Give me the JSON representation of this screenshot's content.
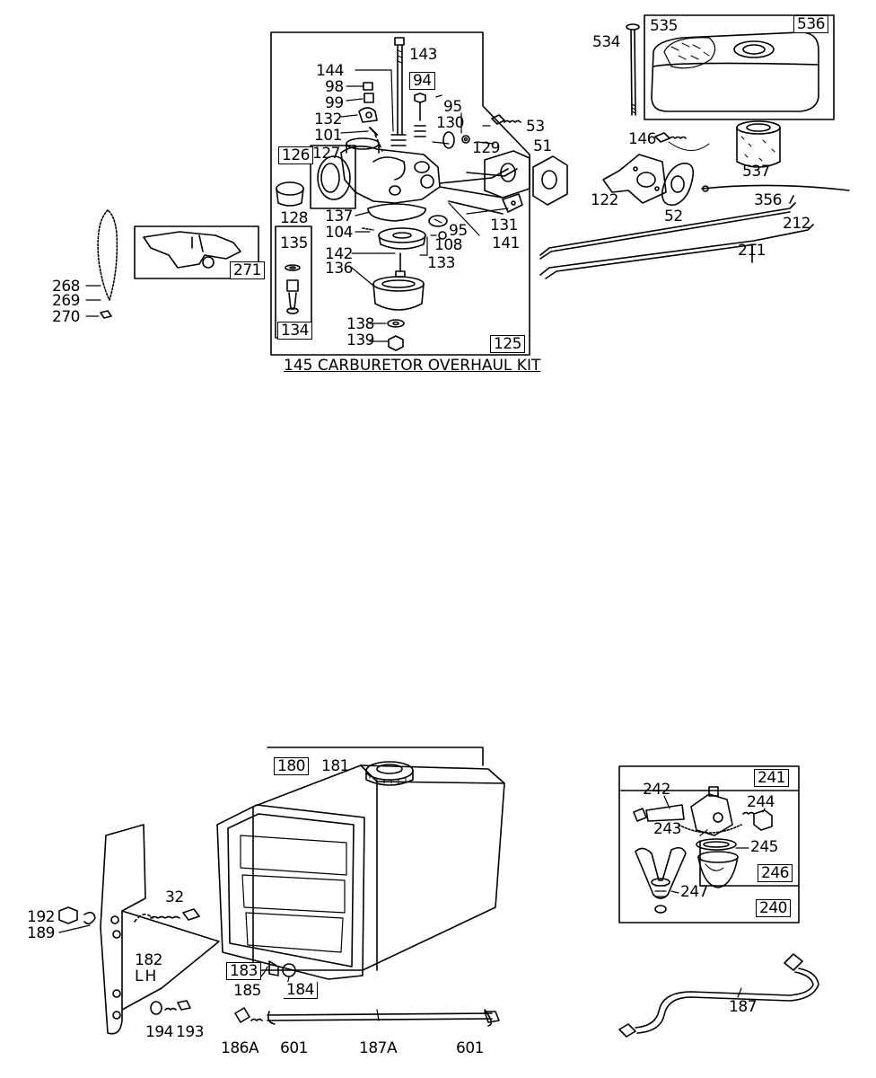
{
  "kit_title": "145 CARBURETOR OVERHAUL KIT",
  "labels": {
    "p534": "534",
    "p535": "535",
    "p536": "536",
    "p537": "537",
    "p146": "146",
    "p122": "122",
    "p52": "52",
    "p356": "356",
    "p212": "212",
    "p211": "211",
    "p143": "143",
    "p144": "144",
    "p98": "98",
    "p99": "99",
    "p132": "132",
    "p101": "101",
    "p94": "94",
    "p95a": "95",
    "p130": "130",
    "p53": "53",
    "p51": "51",
    "p129": "129",
    "p126": "126",
    "p127": "127",
    "p128": "128",
    "p137": "137",
    "p104": "104",
    "p95b": "95",
    "p108": "108",
    "p131": "131",
    "p141": "141",
    "p135": "135",
    "p142": "142",
    "p133": "133",
    "p136": "136",
    "p134": "134",
    "p138": "138",
    "p139": "139",
    "p125": "125",
    "p271": "271",
    "p268": "268",
    "p269": "269",
    "p270": "270",
    "p180": "180",
    "p181": "181",
    "p32": "32",
    "p192": "192",
    "p189": "189",
    "p182": "182",
    "lh": "LH",
    "p183": "183",
    "p185": "185",
    "p184": "184",
    "p194": "194",
    "p193": "193",
    "p186a": "186A",
    "p601a": "601",
    "p187a": "187A",
    "p601b": "601",
    "p241": "241",
    "p242": "242",
    "p244": "244",
    "p243": "243",
    "p245": "245",
    "p246": "246",
    "p247": "247",
    "p240": "240",
    "p187": "187"
  }
}
